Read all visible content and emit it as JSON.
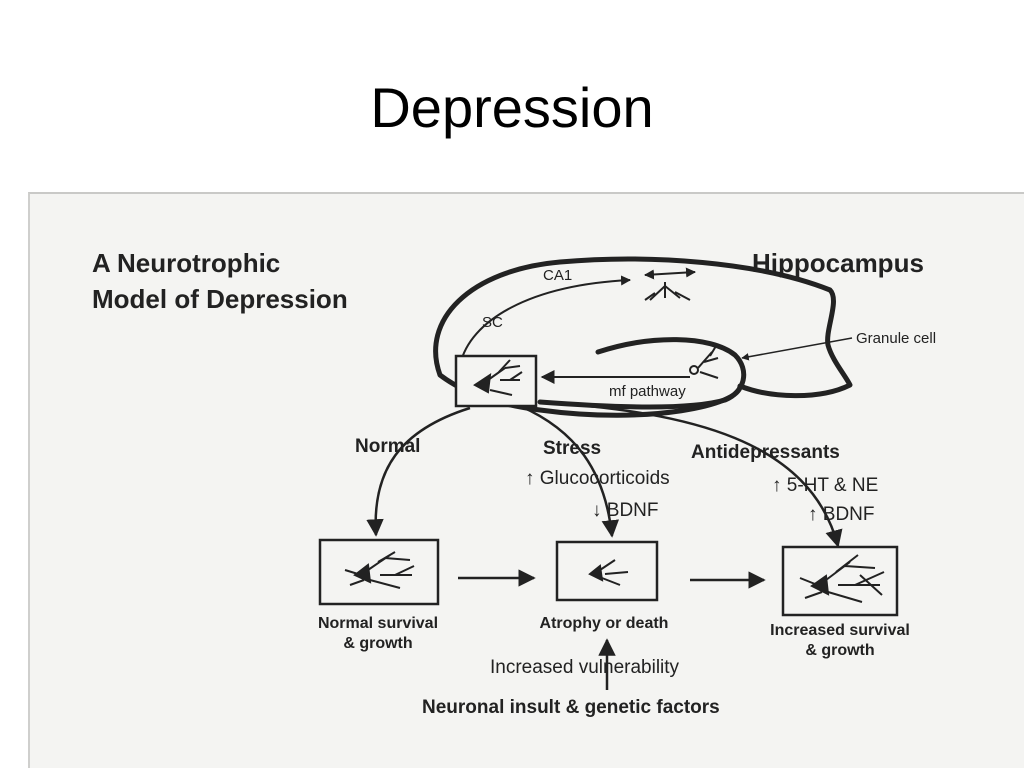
{
  "slide": {
    "title": "Depression"
  },
  "diagram": {
    "heading_line1": "A Neurotrophic",
    "heading_line2": "Model of Depression",
    "region": "Hippocampus",
    "labels": {
      "ca1": "CA1",
      "sc": "SC",
      "granule_cell": "Granule cell",
      "mf_pathway": "mf pathway"
    },
    "branches": {
      "normal": "Normal",
      "stress": "Stress",
      "stress_line1": "↑ Glucocorticoids",
      "stress_line2": "↓ BDNF",
      "antidepressants": "Antidepressants",
      "anti_line1": "↑ 5-HT & NE",
      "anti_line2": "↑ BDNF"
    },
    "outcomes": {
      "normal_line1": "Normal survival",
      "normal_line2": "& growth",
      "atrophy": "Atrophy or death",
      "increased_line1": "Increased survival",
      "increased_line2": "& growth"
    },
    "vulnerability": "Increased vulnerability",
    "insult": "Neuronal insult & genetic factors"
  },
  "colors": {
    "ink": "#222222",
    "paper": "#f4f4f2"
  }
}
